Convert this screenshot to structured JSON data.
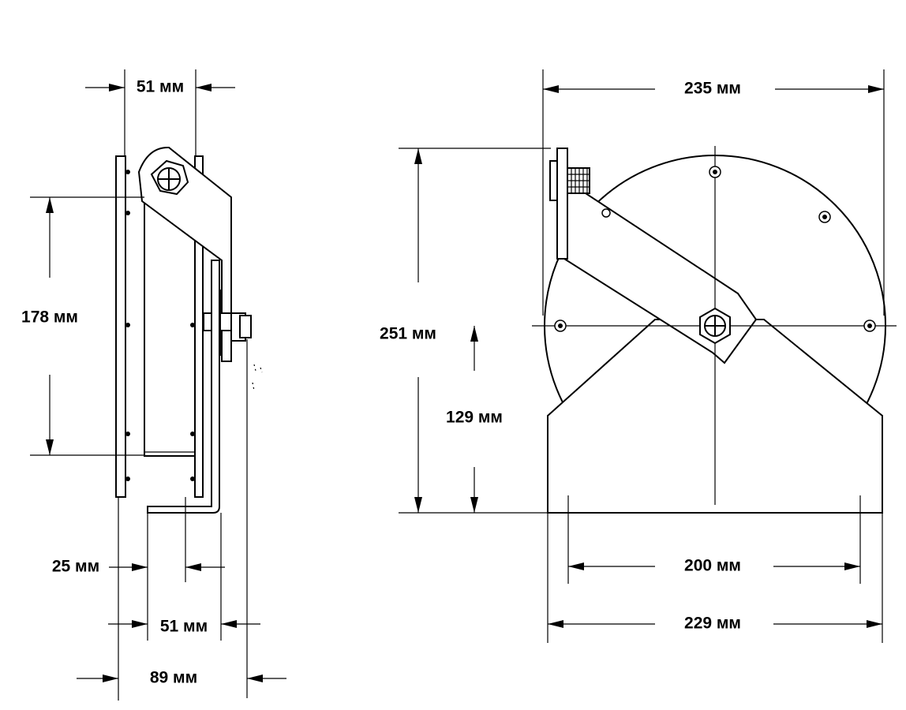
{
  "side_view": {
    "dim_top_width": "51 мм",
    "dim_height": "178 мм",
    "dim_base_offset": "25 мм",
    "dim_base_width": "51 мм",
    "dim_total_depth": "89 мм"
  },
  "front_view": {
    "dim_overall_width": "235 мм",
    "dim_overall_height": "251 мм",
    "dim_axle_height": "129 мм",
    "dim_mount_holes": "200 мм",
    "dim_base_width": "229 мм"
  }
}
